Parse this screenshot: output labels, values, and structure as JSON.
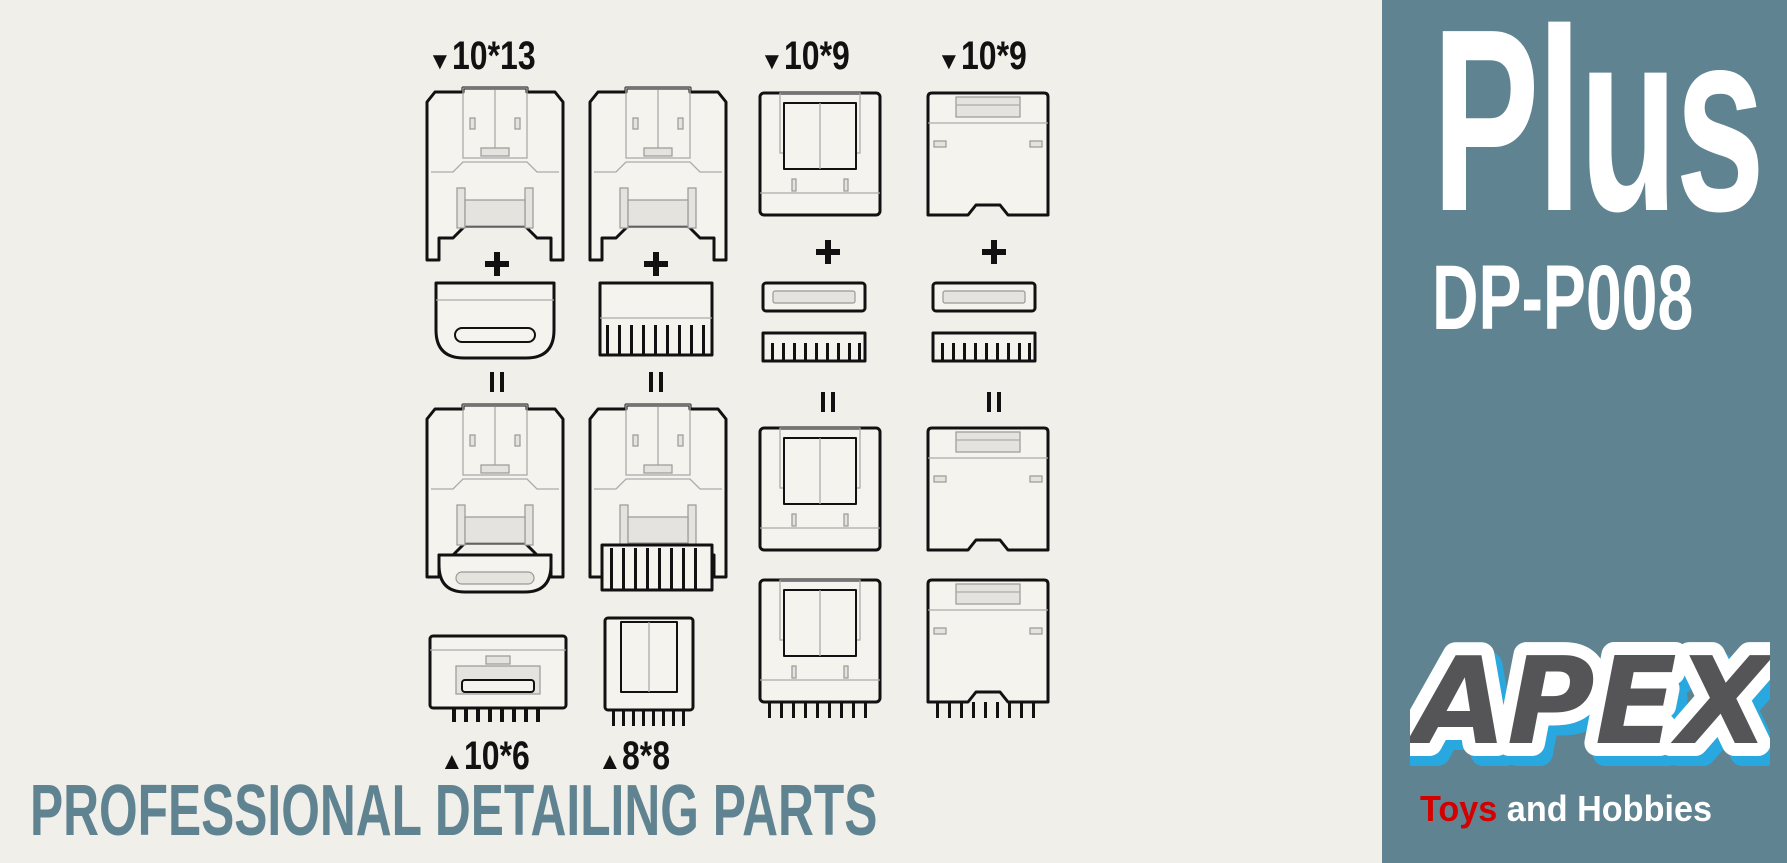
{
  "brand_panel": {
    "title": "Plus",
    "product_code": "DP-P008",
    "logo_text": "APEX",
    "logo_colors": {
      "fill": "#555558",
      "outline": "#ffffff",
      "shadow": "#29a8e0"
    },
    "tagline_red": "Toys",
    "tagline_rest": " and Hobbies",
    "panel_color": "#608391"
  },
  "labels": {
    "col1_top": "10*13",
    "col3_top": "10*9",
    "col4_top": "10*9",
    "col1_bottom": "10*6",
    "col2_bottom": "8*8",
    "down_marker": "▼",
    "up_marker": "▲"
  },
  "footer": {
    "title": "PROFESSIONAL DETAILING PARTS",
    "color": "#608391"
  }
}
